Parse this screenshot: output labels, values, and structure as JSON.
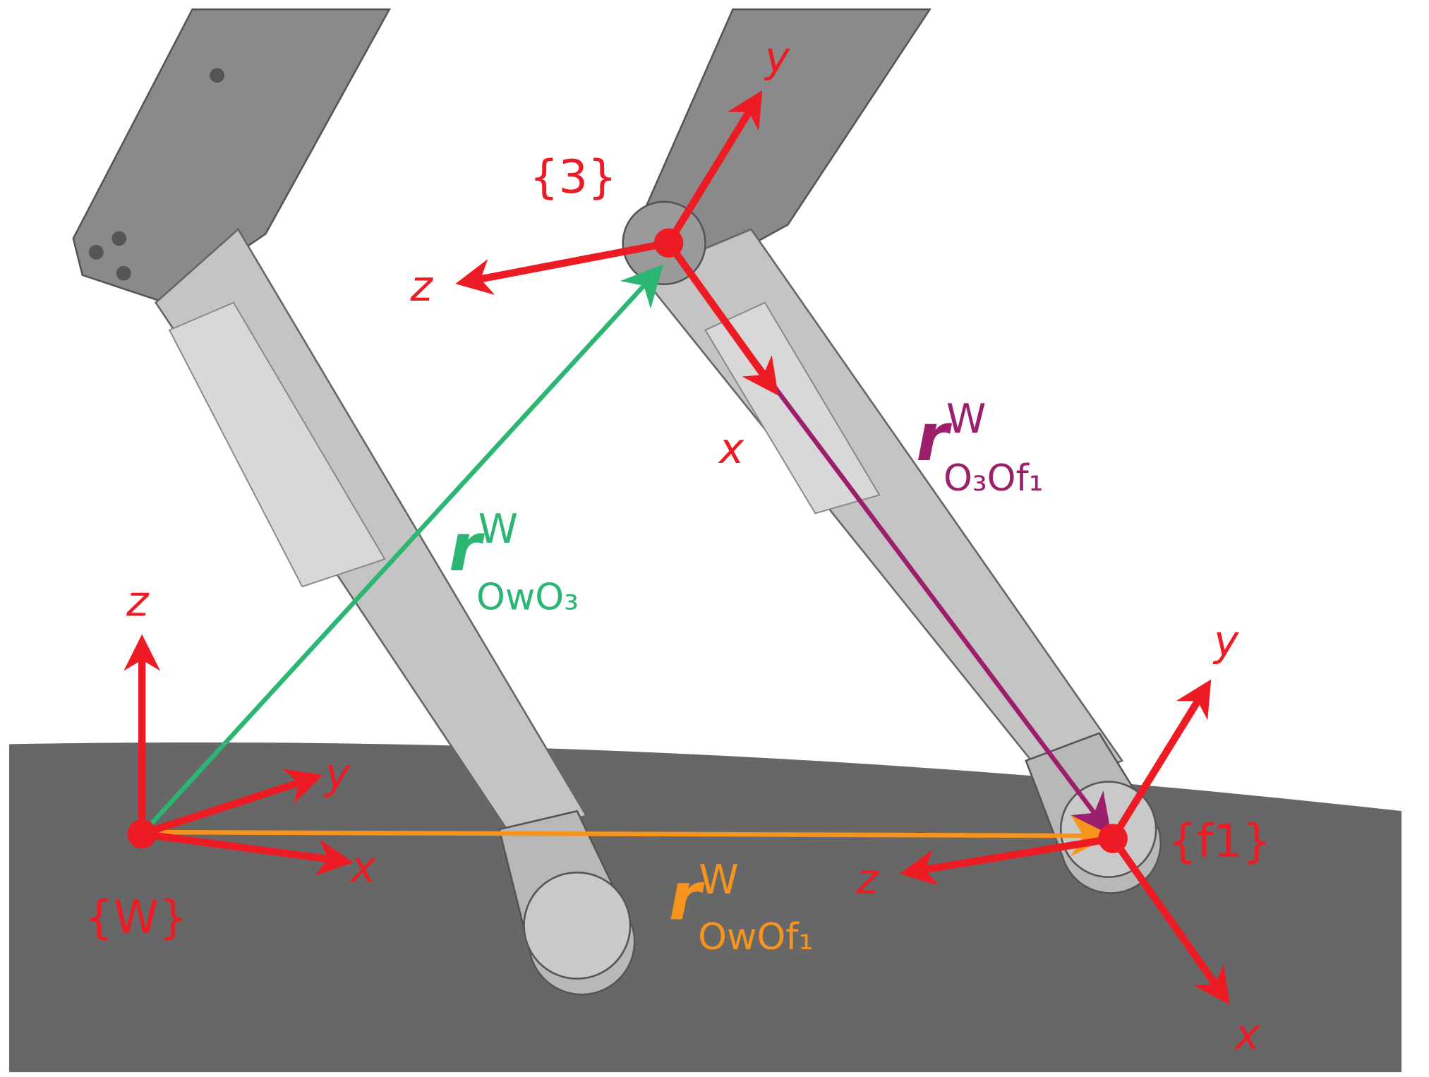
{
  "colors": {
    "frame_axes": "#ed1c24",
    "vector_world_to_joint3": "#2bb673",
    "vector_joint3_to_foot": "#9b1f6a",
    "vector_world_to_foot": "#f7941d",
    "ground": "#676767",
    "leg": "#bdbdbd"
  },
  "frames": {
    "world": {
      "label": "{W}",
      "x_label": "x",
      "y_label": "y",
      "z_label": "z"
    },
    "joint3": {
      "label": "{3}",
      "x_label": "x",
      "y_label": "y",
      "z_label": "z"
    },
    "foot1": {
      "label": "{f1}",
      "x_label": "x",
      "y_label": "y",
      "z_label": "z"
    }
  },
  "vectors": {
    "world_to_joint3": {
      "symbol": "r",
      "superscript": "W",
      "subscript": "OwO₃"
    },
    "joint3_to_foot": {
      "symbol": "r",
      "superscript": "W",
      "subscript": "O₃Of₁"
    },
    "world_to_foot": {
      "symbol": "r",
      "superscript": "W",
      "subscript": "OwOf₁"
    }
  }
}
